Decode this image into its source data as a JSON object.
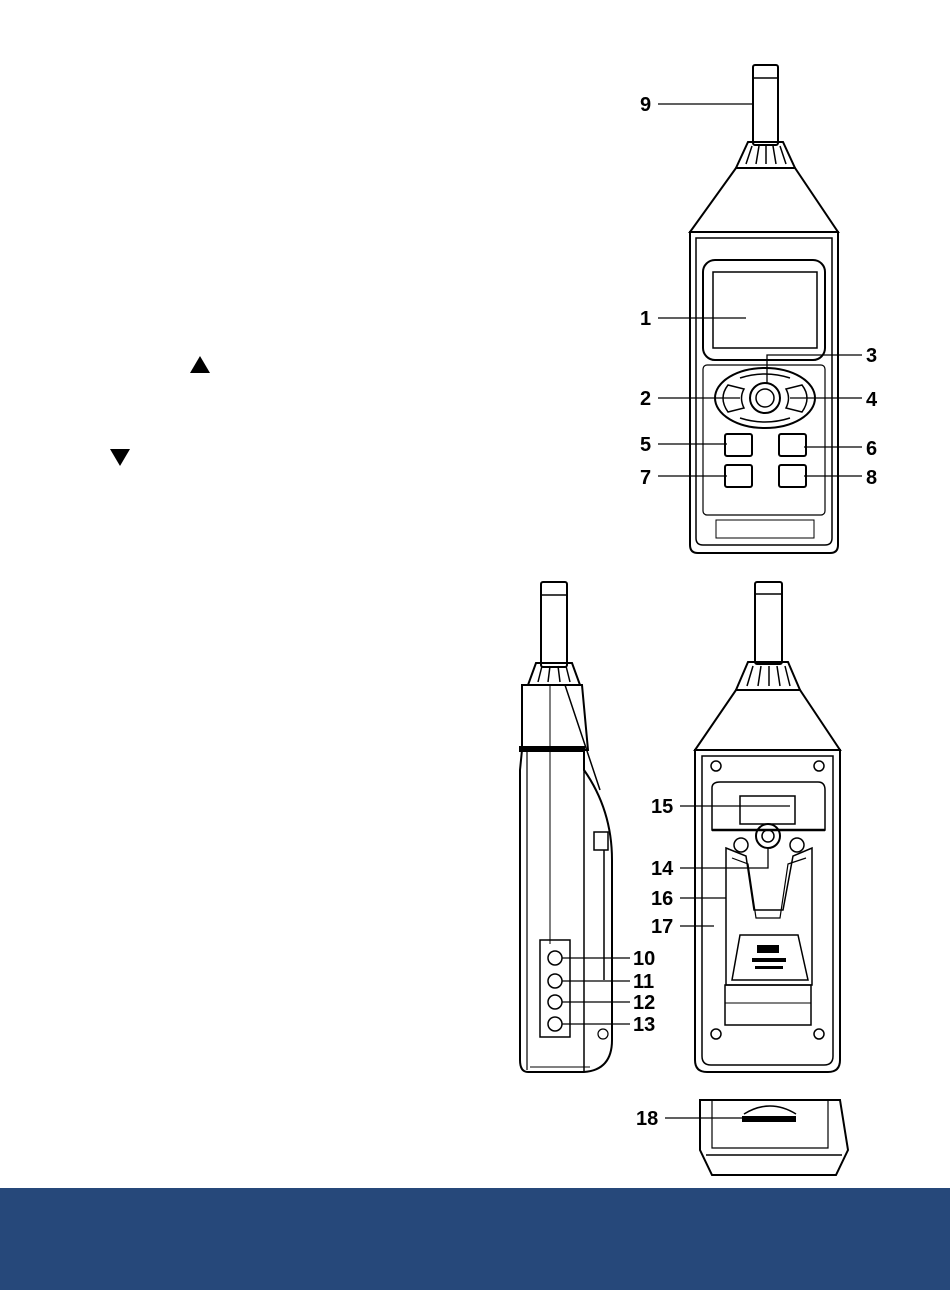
{
  "colors": {
    "ink": "#000000",
    "device_gray": "#d9d9d9",
    "device_fill": "#ffffff",
    "footer_band": "#26487a"
  },
  "icons": {
    "up": "up-triangle-icon",
    "down": "down-triangle-icon"
  },
  "callouts": {
    "c1": "1",
    "c2": "2",
    "c3": "3",
    "c4": "4",
    "c5": "5",
    "c6": "6",
    "c7": "7",
    "c8": "8",
    "c9": "9",
    "c10": "10",
    "c11": "11",
    "c12": "12",
    "c13": "13",
    "c14": "14",
    "c15": "15",
    "c16": "16",
    "c17": "17",
    "c18": "18"
  }
}
